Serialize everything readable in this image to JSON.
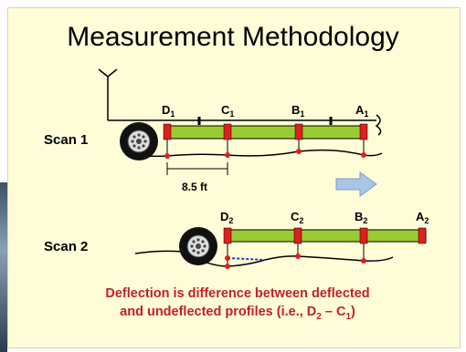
{
  "slide": {
    "title": "Measurement Methodology",
    "scan1": {
      "label": "Scan 1",
      "sensors": [
        {
          "name": "D",
          "sub": "1"
        },
        {
          "name": "C",
          "sub": "1"
        },
        {
          "name": "B",
          "sub": "1"
        },
        {
          "name": "A",
          "sub": "1"
        }
      ],
      "distance": "8.5 ft"
    },
    "scan2": {
      "label": "Scan 2",
      "sensors": [
        {
          "name": "D",
          "sub": "2"
        },
        {
          "name": "C",
          "sub": "2"
        },
        {
          "name": "B",
          "sub": "2"
        },
        {
          "name": "A",
          "sub": "2"
        }
      ]
    },
    "caption": {
      "line1": "Deflection is difference between deflected",
      "line2": "and undeflected profiles (i.e., D",
      "line2_sub1": "2",
      "line2_mid": " – C",
      "line2_sub2": "1",
      "line2_end": ")"
    },
    "colors": {
      "beam": "#99cc33",
      "sensor": "#e01e1e",
      "arrow": "#a9c6e8",
      "caption": "#c0202a",
      "background": "#fefdd8"
    },
    "icons": {
      "wheel": "wheel-icon",
      "arrow": "arrow-right-icon"
    }
  }
}
